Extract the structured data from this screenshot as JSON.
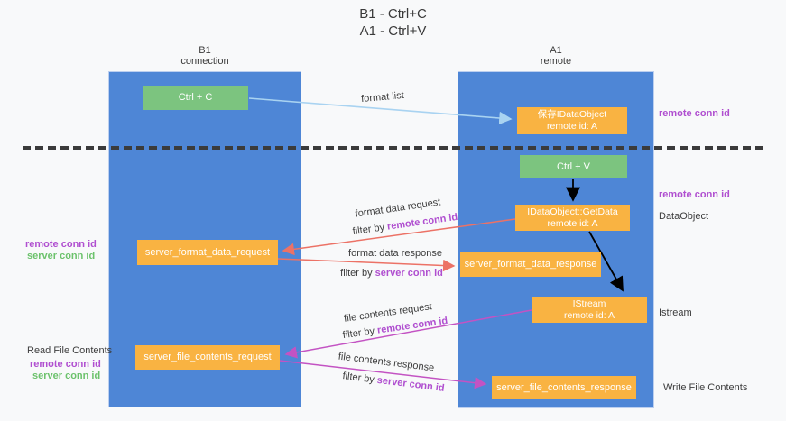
{
  "title": {
    "line1": "B1 - Ctrl+C",
    "line2": "A1 - Ctrl+V"
  },
  "lanes": {
    "left": {
      "name": "B1",
      "role": "connection"
    },
    "right": {
      "name": "A1",
      "role": "remote"
    }
  },
  "boxes": {
    "ctrl_c": "Ctrl + C",
    "save_idataobject_line1": "保存IDataObject",
    "save_idataobject_line2": "remote id: A",
    "ctrl_v": "Ctrl + V",
    "getdata_line1": "IDataObject::GetData",
    "getdata_line2": "remote id: A",
    "server_format_data_request": "server_format_data_request",
    "server_format_data_response": "server_format_data_response",
    "istream_line1": "IStream",
    "istream_line2": "remote id: A",
    "server_file_contents_request": "server_file_contents_request",
    "server_file_contents_response": "server_file_contents_response"
  },
  "labels": {
    "format_list": "format list",
    "format_data_request": "format data request",
    "format_data_response": "format data response",
    "file_contents_request": "file contents request",
    "file_contents_response": "file contents response",
    "filter_by": "filter by ",
    "remote_conn_id": "remote conn id",
    "server_conn_id": "server conn id",
    "dataobject": "DataObject",
    "istream": "Istream",
    "read_file_contents": "Read File Contents",
    "write_file_contents": "Write File Contents"
  },
  "colors": {
    "background": "#f8f9fa",
    "lane_blue": "#4e86d6",
    "box_orange": "#f9b342",
    "box_green": "#7cc47f",
    "arrow_light_blue": "#a9d3f1",
    "arrow_black": "#000000",
    "arrow_salmon": "#ec7266",
    "arrow_magenta": "#c353c3",
    "text_purple": "#b04fd0",
    "text_green": "#6cc26c",
    "text_dark": "#3d3d3d"
  }
}
